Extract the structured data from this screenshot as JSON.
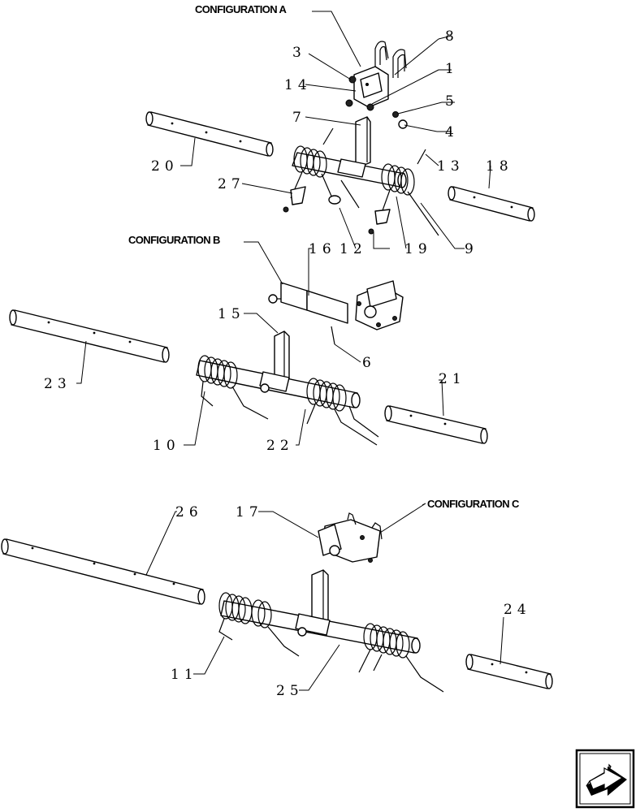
{
  "configurations": {
    "a": "CONFIGURATION A",
    "b": "CONFIGURATION B",
    "c": "CONFIGURATION C"
  },
  "callouts": {
    "c1": "1",
    "c3": "3",
    "c4": "4",
    "c5": "5",
    "c6": "6",
    "c7": "7",
    "c8": "8",
    "c9": "9",
    "c10": "10",
    "c11": "11",
    "c12": "12",
    "c13": "13",
    "c14": "14",
    "c15": "15",
    "c16": "16",
    "c17": "17",
    "c18": "18",
    "c19": "19",
    "c20": "20",
    "c21": "21",
    "c22": "22",
    "c23": "23",
    "c24": "24",
    "c25": "25",
    "c26": "26",
    "c27": "27"
  },
  "nav": {
    "icon": "next-page-arrow-icon"
  }
}
